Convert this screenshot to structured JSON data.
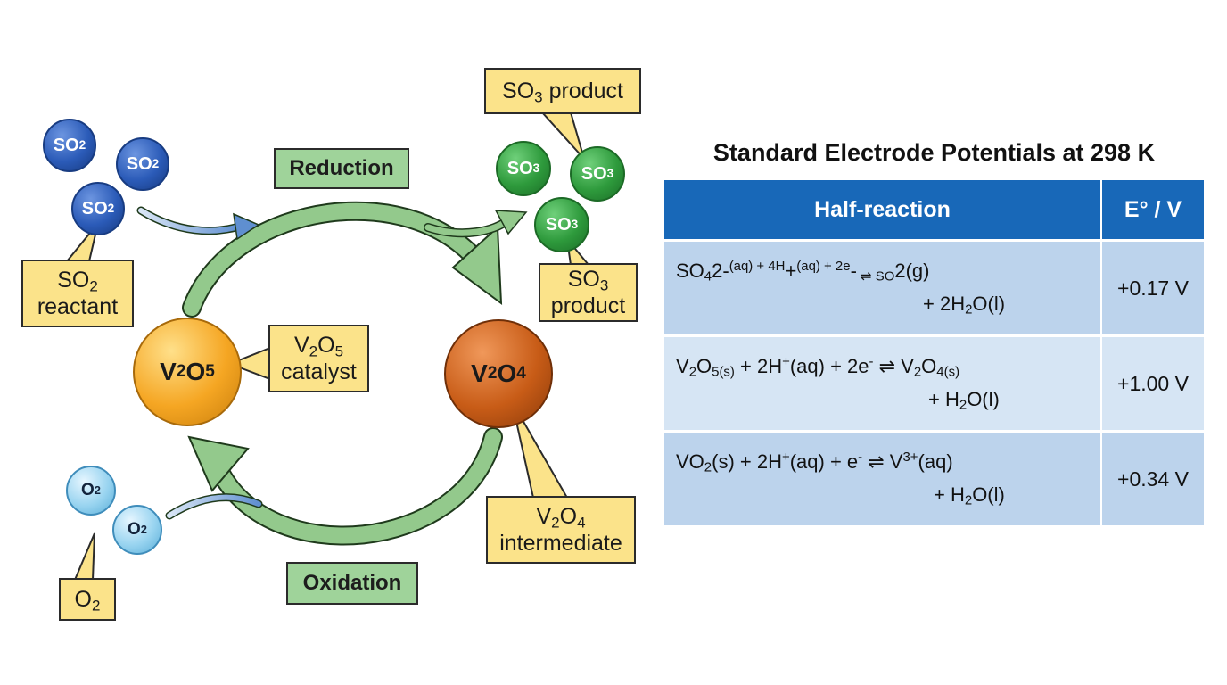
{
  "diagram": {
    "labels": {
      "reduction": "Reduction",
      "oxidation": "Oxidation"
    },
    "molecules": {
      "so2": [
        "SO",
        "2"
      ],
      "so3": [
        "SO",
        "3"
      ],
      "o2": [
        "O",
        "2"
      ],
      "v2o5": [
        "V",
        "2",
        "O",
        "5"
      ],
      "v2o4": [
        "V",
        "2",
        "O",
        "4"
      ]
    },
    "callouts": {
      "so3_product_top": [
        "SO",
        "3",
        " product"
      ],
      "so3_product_bottom": [
        "SO",
        "3",
        "product"
      ],
      "so2_reactant": [
        "SO",
        "2",
        "reactant"
      ],
      "v2o5_catalyst": [
        "V",
        "2",
        "O",
        "5",
        "catalyst"
      ],
      "v2o4_intermediate": [
        "V",
        "2",
        "O",
        "4",
        "intermediate"
      ],
      "o2": [
        "O",
        "2"
      ]
    },
    "colors": {
      "arrow_green": "#93c98c",
      "arrow_blue": "#7fa6d9",
      "callout_fill": "#fbe38a",
      "label_green": "#9fd39a"
    }
  },
  "table": {
    "title": "Standard Electrode Potentials at 298 K",
    "headers": {
      "half_reaction": "Half-reaction",
      "potential": "E° / V"
    },
    "rows": [
      {
        "line1": [
          "SO",
          "4",
          "2-",
          "(aq) + 4H",
          "+",
          "(aq) + 2e",
          "-",
          " ⇌ SO",
          "2(g)"
        ],
        "line2": [
          "+ 2H",
          "2",
          "O(l)"
        ],
        "potential": "+0.17 V"
      },
      {
        "line1": [
          "V",
          "2",
          "O",
          "5(s)",
          " + 2H",
          "+",
          "(aq) + 2e",
          "-",
          " ⇌ V",
          "2",
          "O",
          "4(s)"
        ],
        "line2": [
          "+ H",
          "2",
          "O(l)"
        ],
        "potential": "+1.00 V"
      },
      {
        "line1": [
          "VO",
          "2",
          "(s) + 2H",
          "+",
          "(aq) + e",
          "-",
          " ⇌ V",
          "3+",
          "(aq)"
        ],
        "line2": [
          "+ H",
          "2",
          "O(l)"
        ],
        "potential": "+0.34 V"
      }
    ],
    "colors": {
      "header": "#1868b8",
      "row_dark": "#bcd3ec",
      "row_light": "#d6e5f4"
    }
  }
}
